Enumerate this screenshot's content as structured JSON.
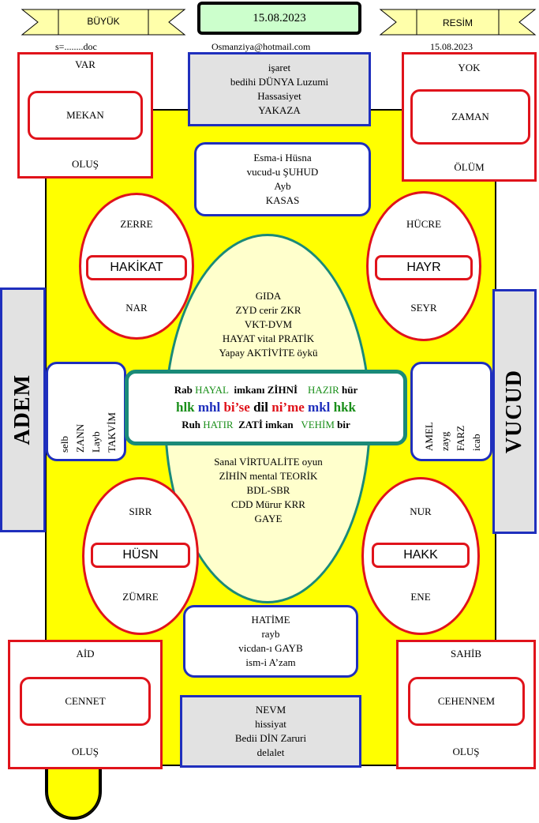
{
  "header": {
    "left_banner": "BÜYÜK",
    "right_banner": "RESİM",
    "date_box": "15.08.2023",
    "left_sub": "s=........doc",
    "email": "Osmanziya@hotmail.com",
    "right_sub": "15.08.2023"
  },
  "corners": {
    "top_left": {
      "top": "VAR",
      "center": "MEKAN",
      "bottom": "OLUŞ"
    },
    "top_right": {
      "top": "YOK",
      "center": "ZAMAN",
      "bottom": "ÖLÜM"
    },
    "bottom_left": {
      "top": "AİD",
      "center": "CENNET",
      "bottom": "OLUŞ"
    },
    "bottom_right": {
      "top": "SAHİB",
      "center": "CEHENNEM",
      "bottom": "OLUŞ"
    }
  },
  "top_grey": [
    "işaret",
    "bedihi  DÜNYA Luzumi",
    "Hassasiyet",
    "YAKAZA"
  ],
  "top_blue": [
    "Esma-i  Hüsna",
    "vucud-u  ŞUHUD",
    "Ayb",
    "KASAS"
  ],
  "bottom_blue": [
    "HATİME",
    "rayb",
    "vicdan-ı   GAYB",
    "ism-i  A’zam"
  ],
  "bottom_grey": [
    "NEVM",
    "hissiyat",
    "Bedii  DİN Zaruri",
    "delalet"
  ],
  "side_left": "ADEM",
  "side_right": "VUCUD",
  "left_small": [
    "selb",
    "ZANN",
    "Layb",
    "TAKVİM"
  ],
  "right_small": [
    "AMEL",
    "zayg",
    "FARZ",
    "icab"
  ],
  "ellipses": {
    "top_left": {
      "top": "ZERRE",
      "center": "HAKİKAT",
      "bottom": "NAR"
    },
    "top_right": {
      "top": "HÜCRE",
      "center": "HAYR",
      "bottom": "SEYR"
    },
    "bottom_left": {
      "top": "SIRR",
      "center": "HÜSN",
      "bottom": "ZÜMRE"
    },
    "bottom_right": {
      "top": "NUR",
      "center": "HAKK",
      "bottom": "ENE"
    }
  },
  "center_upper": [
    "GIDA",
    "ZYD cerir  ZKR",
    "VKT-DVM",
    "HAYAT vital  PRATİK",
    "Yapay  AKTİVİTE  öykü"
  ],
  "center_lower": [
    "Sanal  VİRTUALİTE   oyun",
    "ZİHİN  mental  TEORİK",
    "BDL-SBR",
    "CDD Mürur  KRR",
    "GAYE"
  ],
  "center_box": {
    "line1": {
      "w1": "Rab",
      "w2": "HAYAL",
      "w3": "imkanı",
      "w4": "ZİHNİ",
      "w5": "HAZIR",
      "w6": "hür"
    },
    "line2": {
      "w1": "hlk",
      "w2": "mhl",
      "w3": "bi’se",
      "w4": "dil",
      "w5": "ni’me",
      "w6": "mkl",
      "w7": "hkk"
    },
    "line3": {
      "w1": "Ruh",
      "w2": "HATIR",
      "w3": "ZATİ",
      "w4": "imkan",
      "w5": "VEHİM",
      "w6": "bir"
    }
  },
  "colors": {
    "yellow": "#ffff00",
    "blue_border": "#1f2fbd",
    "red_border": "#e0131b",
    "teal": "#1a8a78",
    "cream": "#ffffcc",
    "grey": "#e2e2e2"
  }
}
